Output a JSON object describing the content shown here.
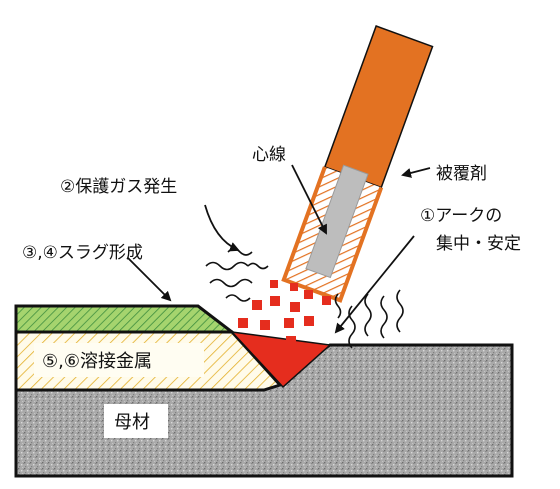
{
  "labels": {
    "core_wire": "心線",
    "coating": "被覆剤",
    "shield_gas": "②保護ガス発生",
    "arc": [
      "①アークの",
      "集中・安定"
    ],
    "slag": "③,④スラグ形成",
    "weld_metal": "⑤,⑥溶接金属",
    "base_metal": "母材"
  },
  "colors": {
    "electrode_coating": "#e37222",
    "core_wire": "#bdbdbd",
    "core_hatch": "#e37222",
    "slag": "#9ccc65",
    "slag_hatch": "#3e8e3e",
    "weld_metal_fill": "#fffbe6",
    "weld_metal_hatch": "#e0b020",
    "molten_pool": "#e52d1e",
    "arc_droplets": "#e52d1e",
    "base_metal": "#a8a8a8",
    "outline": "#111111"
  },
  "icons": {
    "gas_waves": "gas-wave-icon",
    "arrows": "arrow-icon"
  }
}
